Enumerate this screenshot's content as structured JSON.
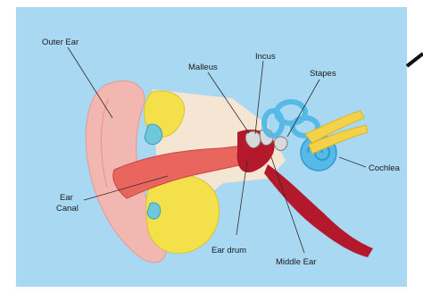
{
  "labels": {
    "outer_ear": "Outer Ear",
    "incus": "Incus",
    "malleus": "Malleus",
    "stapes": "Stapes",
    "cochlea": "Cochlea",
    "ear_canal_line1": "Ear",
    "ear_canal_line2": "Canal",
    "ear_drum": "Ear drum",
    "middle_ear": "Middle Ear"
  },
  "colors": {
    "background": "#a8d8f2",
    "skin": "#f2b7b0",
    "canal": "#e9665f",
    "tissue": "#f5e6d3",
    "cartilage_yellow": "#f3e04b",
    "inner_ear_blue": "#57b9e6",
    "nerve_yellow": "#f3d24a",
    "tube_red": "#b3192a"
  }
}
